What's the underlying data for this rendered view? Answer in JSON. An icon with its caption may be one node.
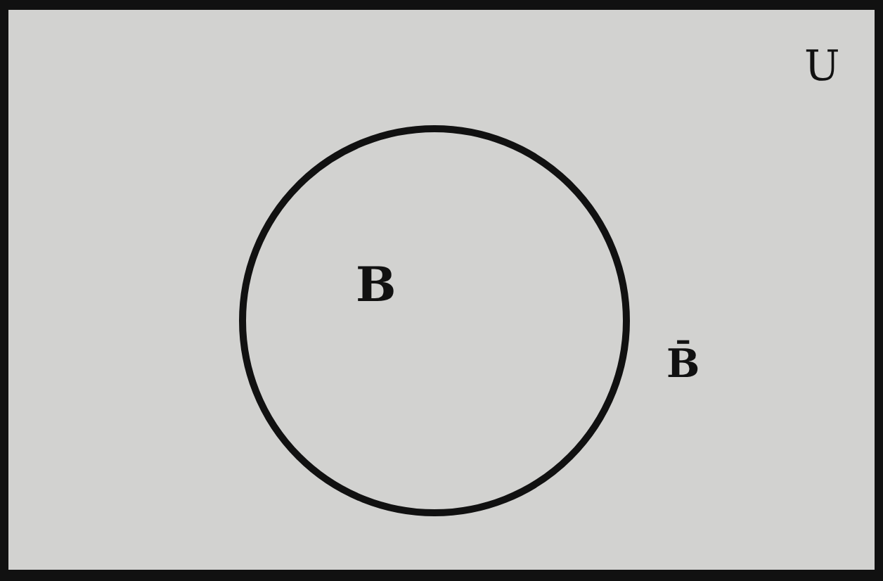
{
  "diagram": {
    "nodes": [
      {
        "text": [
          "U",
          "B̄"
        ]
      },
      {
        "text": [
          "B"
        ],
        "in": 0
      }
    ]
  }
}
